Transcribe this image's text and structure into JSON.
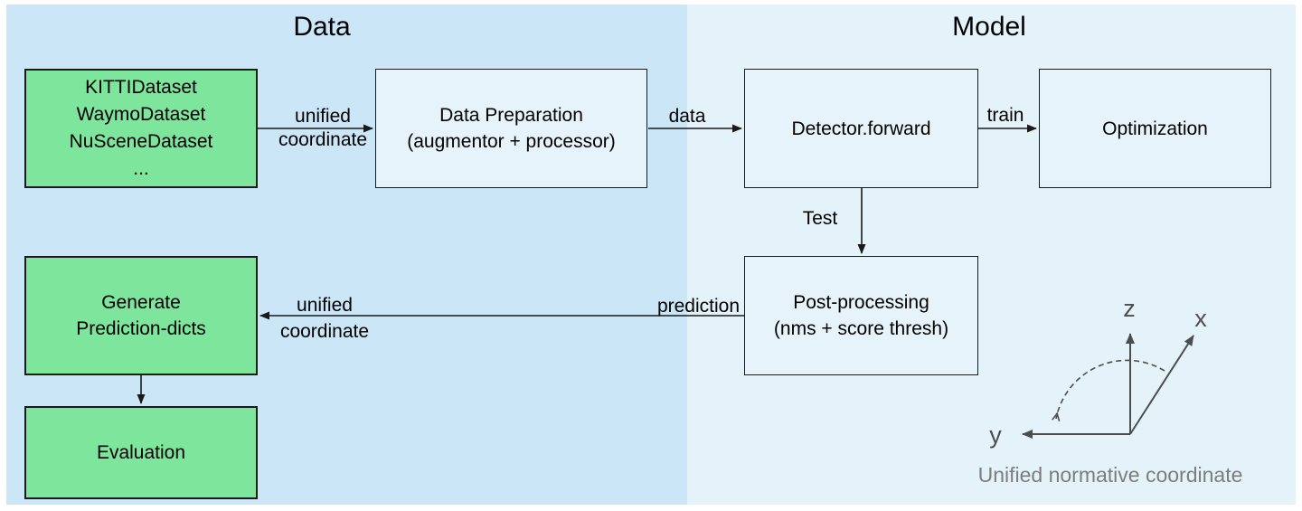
{
  "colors": {
    "panel_left": "#cae6f7",
    "panel_right": "#e4f2fa",
    "node_fill_blue": "#e6f3fb",
    "node_fill_green": "#7de69c",
    "node_border": "#1a1a1a",
    "axis_gray": "#4d4d4d",
    "caption_gray": "#7d7d7d",
    "text": "#000000"
  },
  "sections": {
    "left_title": "Data",
    "right_title": "Model"
  },
  "nodes": {
    "datasets": {
      "lines": [
        "KITTIDataset",
        "WaymoDataset",
        "NuSceneDataset",
        "..."
      ]
    },
    "data_preparation": {
      "lines": [
        "Data Preparation",
        "(augmentor + processor)"
      ]
    },
    "detector_forward": {
      "lines": [
        "Detector.forward"
      ]
    },
    "optimization": {
      "lines": [
        "Optimization"
      ]
    },
    "post_processing": {
      "lines": [
        "Post-processing",
        "(nms + score thresh)"
      ]
    },
    "generate_prediction_dicts": {
      "lines": [
        "Generate",
        "Prediction-dicts"
      ]
    },
    "evaluation": {
      "lines": [
        "Evaluation"
      ]
    }
  },
  "edge_labels": {
    "unified_coordinate_top": {
      "line1": "unified",
      "line2": "coordinate"
    },
    "data": "data",
    "train": "train",
    "test": "Test",
    "prediction": "prediction",
    "unified_coordinate_bottom": {
      "line1": "unified",
      "line2": "coordinate"
    }
  },
  "coordinate_diagram": {
    "axis_z": "z",
    "axis_x": "x",
    "axis_y": "y",
    "caption": "Unified normative coordinate"
  }
}
